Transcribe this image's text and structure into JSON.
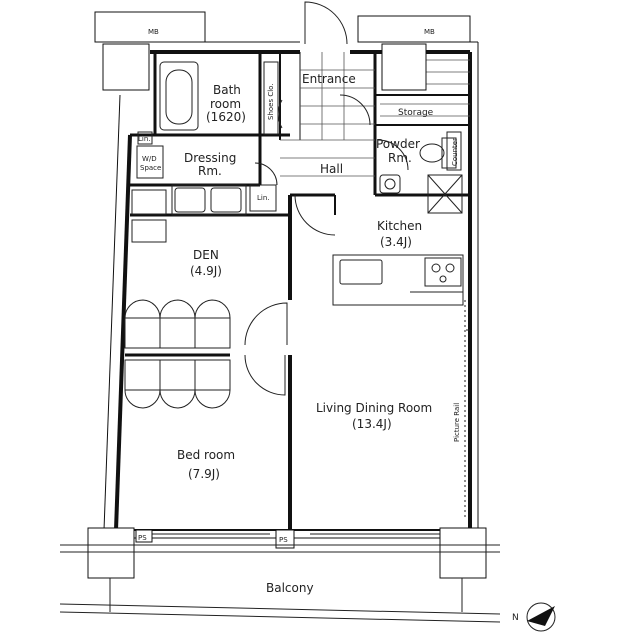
{
  "colors": {
    "line": "#222222",
    "wall": "#111111",
    "background": "#ffffff"
  },
  "labels": {
    "mb_left": "MB",
    "mb_right": "MB",
    "bath_room": "Bath",
    "bath_room_2": "room",
    "bath_size": "(1620)",
    "shoes_closet": "Shoes Clo.",
    "entrance": "Entrance",
    "storage": "Storage",
    "powder_rm": "Powder",
    "powder_rm_2": "Rm.",
    "counter": "Counter",
    "lin_top": "Lin.",
    "wd_space": "W/D",
    "wd_space_2": "Space",
    "dressing_rm": "Dressing",
    "dressing_rm_2": "Rm.",
    "hall": "Hall",
    "lin_mid": "Lin.",
    "kitchen": "Kitchen",
    "kitchen_size": "(3.4J)",
    "den": "DEN",
    "den_size": "(4.9J)",
    "ldr": "Living Dining Room",
    "ldr_size": "(13.4J)",
    "picture_rail": "Picture Rail",
    "bedroom": "Bed room",
    "bedroom_size": "(7.9J)",
    "ps_left": "PS",
    "ps_mid": "PS",
    "balcony": "Balcony",
    "north": "N"
  },
  "icons": [
    "bathtub-icon",
    "toilet-icon",
    "washbasin-icon",
    "stove-icon",
    "sink-icon",
    "north-arrow-icon"
  ]
}
